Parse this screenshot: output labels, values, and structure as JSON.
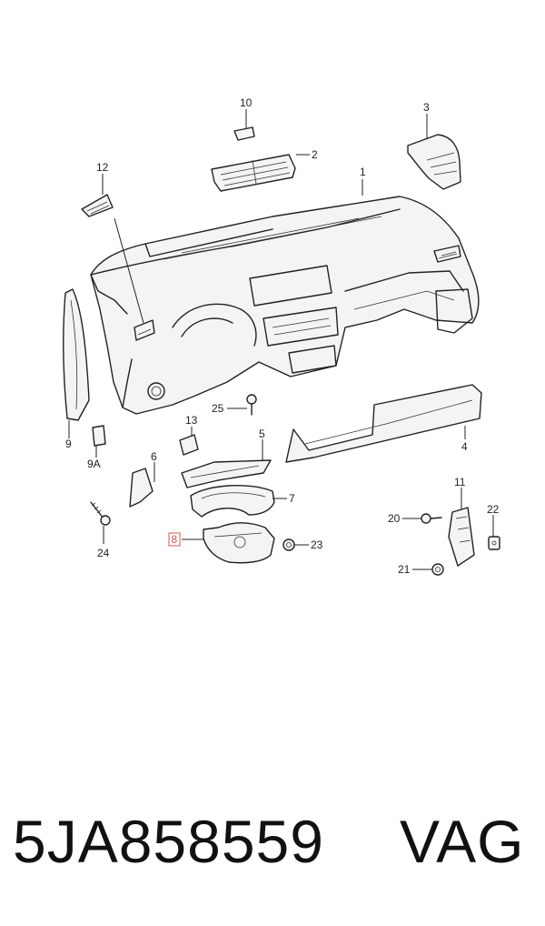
{
  "footer": {
    "part_number": "5JA858559",
    "brand": "VAG"
  },
  "callouts": {
    "c1": "1",
    "c2": "2",
    "c3": "3",
    "c4": "4",
    "c5": "5",
    "c6": "6",
    "c7": "7",
    "c8": "8",
    "c9": "9",
    "c9a": "9A",
    "c10": "10",
    "c11": "11",
    "c12": "12",
    "c13": "13",
    "c20": "20",
    "c21": "21",
    "c22": "22",
    "c23": "23",
    "c24": "24",
    "c25": "25"
  },
  "highlight_color": "#e05050"
}
